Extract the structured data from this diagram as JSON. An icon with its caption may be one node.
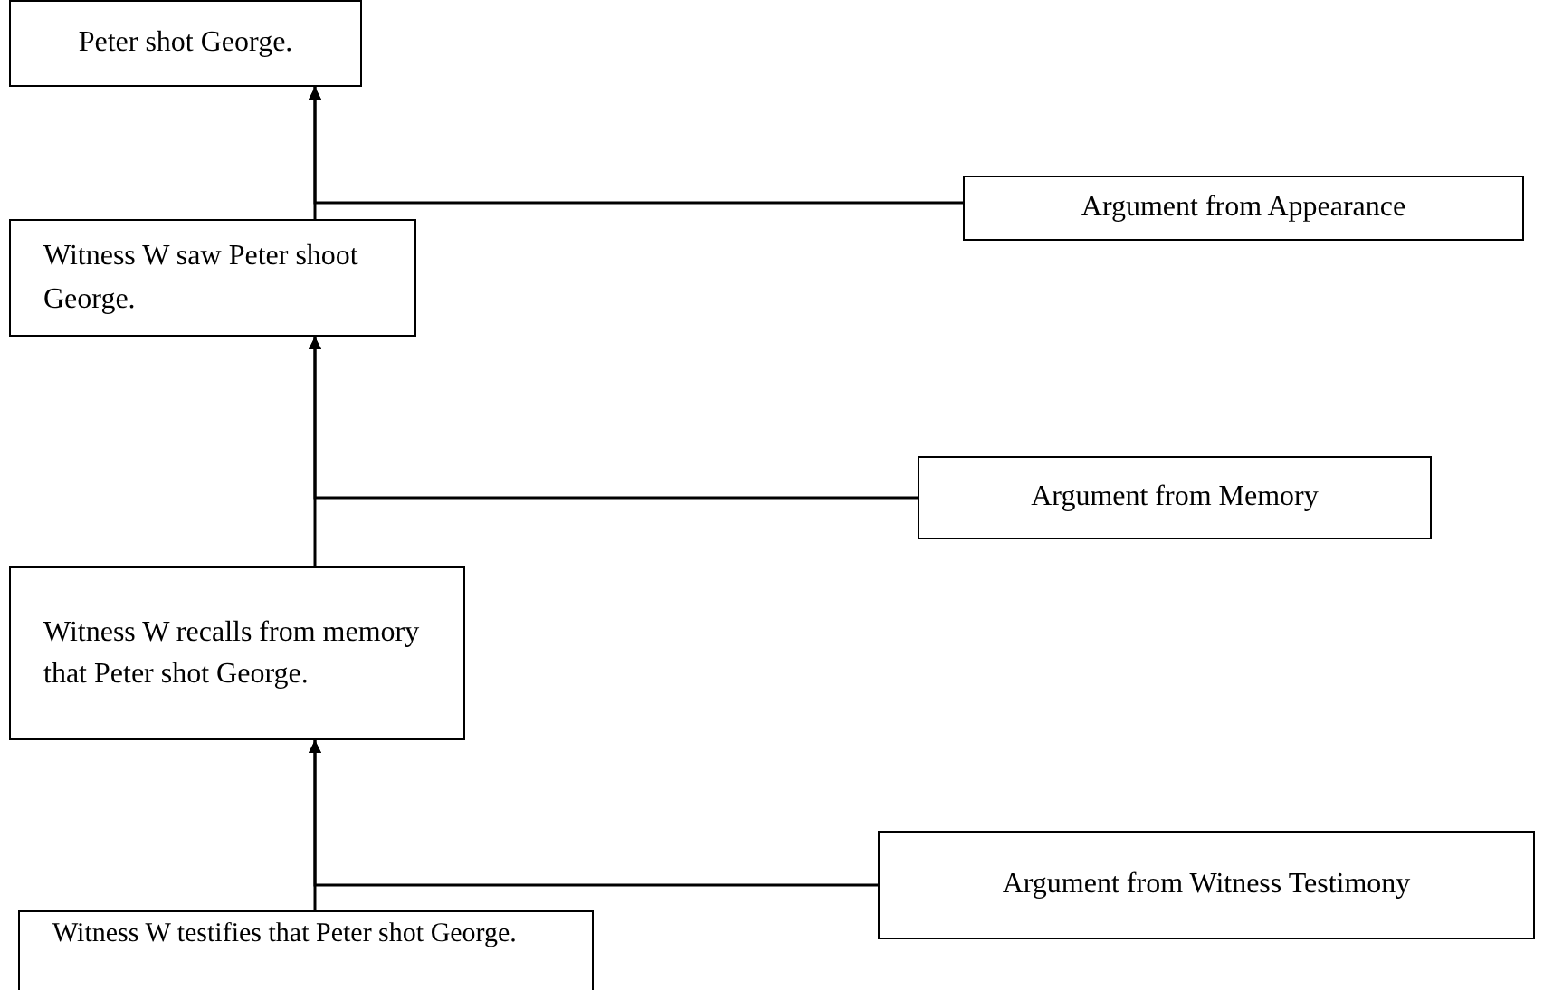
{
  "diagram": {
    "nodes": [
      {
        "text": [
          "Peter shot George."
        ]
      },
      {
        "text": [
          "Argument from Appearance"
        ]
      },
      {
        "text": [
          "Witness W saw Peter shoot George."
        ]
      },
      {
        "text": [
          "Argument from Memory"
        ]
      },
      {
        "text": [
          "Witness W recalls from memory that Peter shot George."
        ]
      },
      {
        "text": [
          "Argument from Witness Testimony"
        ]
      },
      {
        "text": [
          "Witness W testifies that Peter shot George."
        ]
      }
    ],
    "edges": [
      {
        "from": 2,
        "to": 0,
        "arrow": "to"
      },
      {
        "from": 1,
        "to": 0,
        "arrow": "to"
      },
      {
        "from": 4,
        "to": 2,
        "arrow": "to"
      },
      {
        "from": 3,
        "to": 2,
        "arrow": "to"
      },
      {
        "from": 6,
        "to": 4,
        "arrow": "to"
      },
      {
        "from": 5,
        "to": 4,
        "arrow": "to"
      }
    ]
  }
}
